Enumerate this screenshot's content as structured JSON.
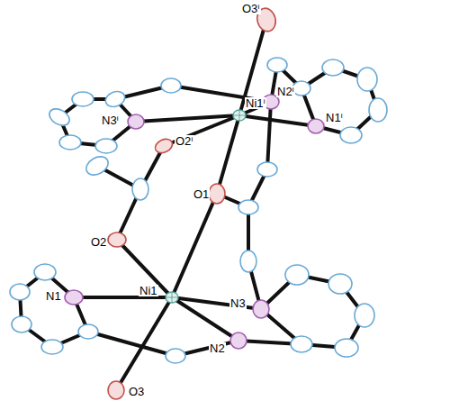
{
  "diagram": {
    "labels": [
      "O3ⁱ",
      "Ni1ⁱ",
      "N3ⁱ",
      "N2ⁱ",
      "N1ⁱ",
      "O2ⁱ",
      "O1",
      "O2",
      "Ni1",
      "N1",
      "N3",
      "N2",
      "O3"
    ]
  }
}
